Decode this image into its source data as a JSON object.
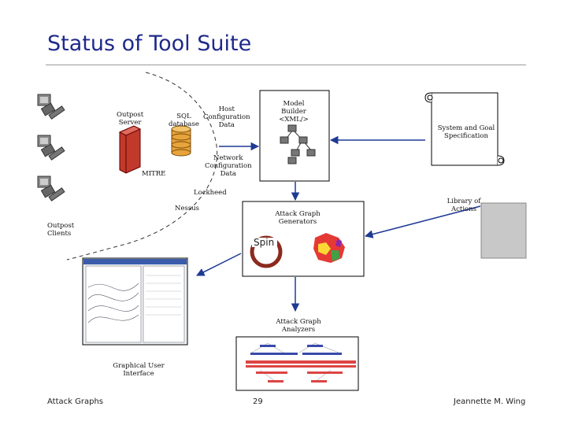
{
  "slide": {
    "title": "Status of Tool Suite",
    "footer_left": "Attack Graphs",
    "page_number": "29",
    "footer_right": "Jeannette M. Wing"
  },
  "labels": {
    "outpost_server": "Outpost\nServer",
    "sql_database": "SQL\ndatabase",
    "host_config": "Host\nConfiguration\nData",
    "model_builder": "Model\nBuilder\n<XML/>",
    "system_goal_spec": "System and Goal\nSpecification",
    "mitre": "MITRE",
    "network_config": "Network\nConfiguration\nData",
    "lockheed": "Lockheed",
    "nessus": "Nessus",
    "library_of_actions": "Library of\nActions",
    "outpost_clients": "Outpost\nClients",
    "attack_graph_generators": "Attack Graph\nGenerators",
    "spin_logo": "Spin",
    "attack_graph_analyzers": "Attack Graph\nAnalyzers",
    "graphical_user_interface": "Graphical User\nInterface"
  },
  "colors": {
    "title": "#1f2a8a",
    "server": "#c0392b",
    "database": "#e8a33a",
    "arrow": "#1f3a93",
    "library_box": "#c8c8c8"
  }
}
